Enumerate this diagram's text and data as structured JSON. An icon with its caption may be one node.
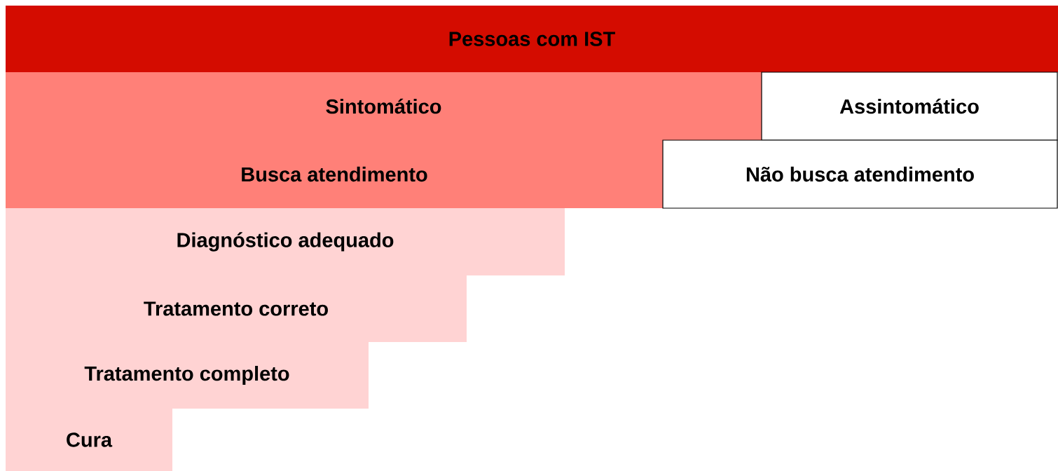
{
  "diagram": {
    "nodes": [
      {
        "text": [
          "Pessoas com IST"
        ]
      },
      {
        "text": [
          "Sintomático"
        ]
      },
      {
        "text": [
          "Assintomático"
        ]
      },
      {
        "text": [
          "Busca atendimento"
        ]
      },
      {
        "text": [
          "Não busca atendimento"
        ]
      },
      {
        "text": [
          "Diagnóstico adequado"
        ]
      },
      {
        "text": [
          "Tratamento correto"
        ]
      },
      {
        "text": [
          "Tratamento completo"
        ]
      },
      {
        "text": [
          "Cura"
        ]
      }
    ]
  }
}
